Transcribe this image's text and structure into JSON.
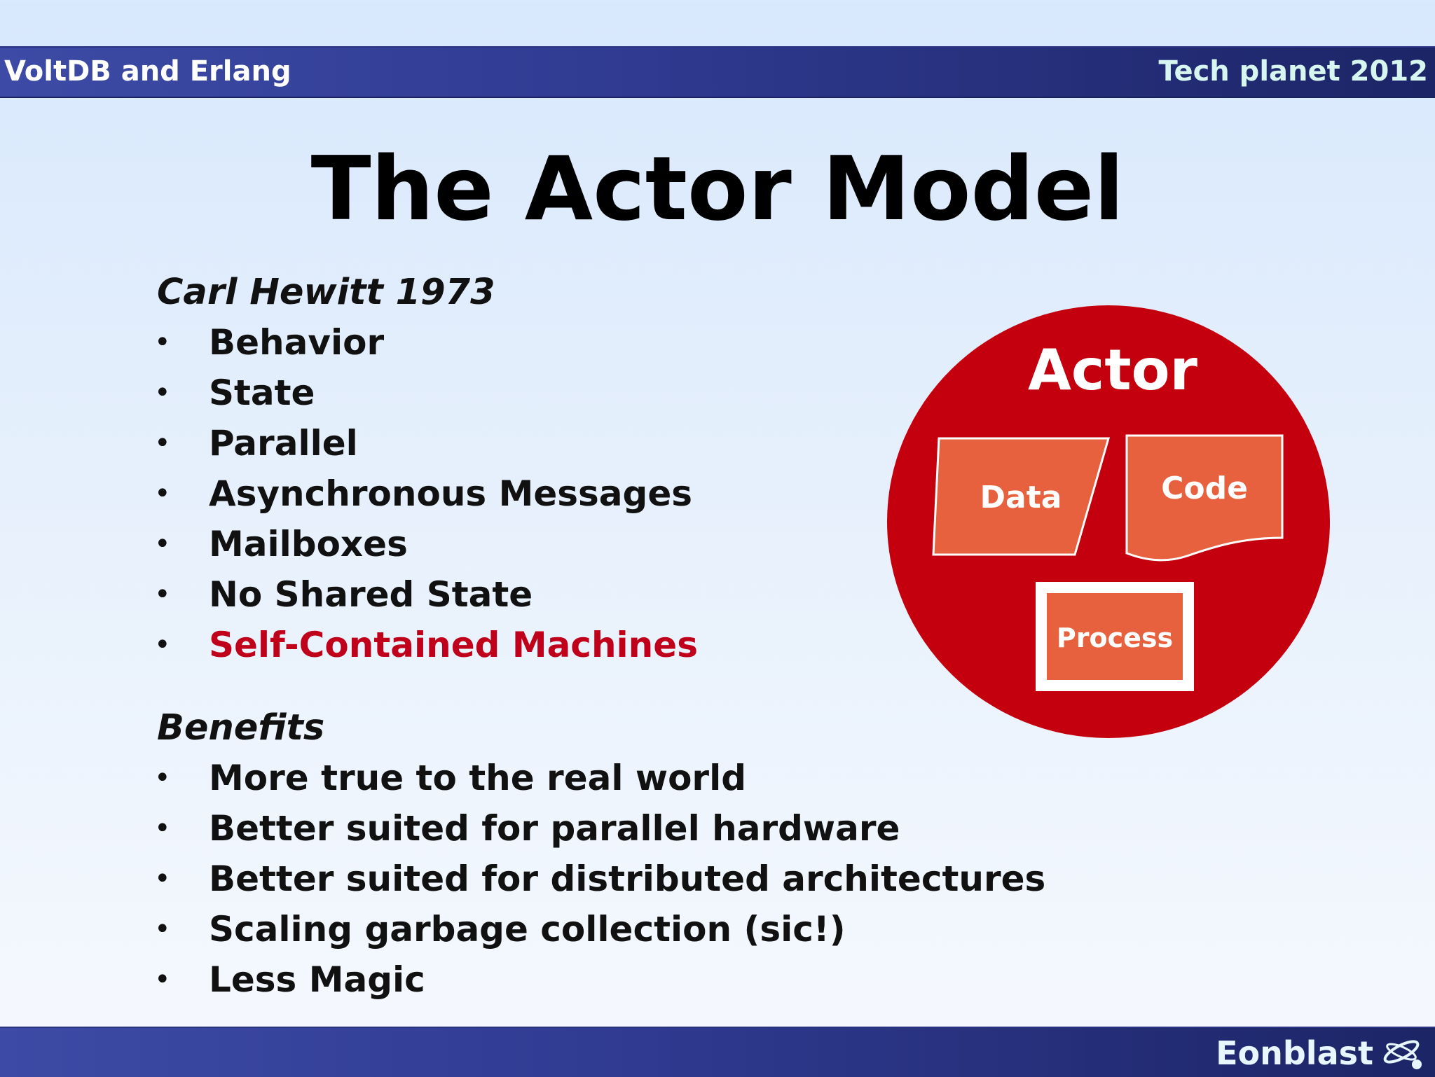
{
  "header": {
    "left_text": "VoltDB and Erlang",
    "right_text": "Tech planet 2012"
  },
  "title": "The Actor Model",
  "section1": {
    "heading": "Carl Hewitt 1973",
    "bullet_glyph": "•",
    "items": [
      "Behavior",
      "State",
      "Parallel",
      "Asynchronous Messages",
      "Mailboxes",
      "No Shared State",
      "Self-Contained Machines"
    ]
  },
  "section2": {
    "heading": "Benefits",
    "items": [
      "More true to the real world",
      "Better suited for parallel hardware",
      "Better suited for distributed architectures",
      "Scaling garbage collection (sic!)",
      "Less Magic"
    ]
  },
  "diagram": {
    "title": "Actor",
    "data_label": "Data",
    "code_label": "Code",
    "process_label": "Process"
  },
  "footer": {
    "logo_text": "Eonblast"
  },
  "colors": {
    "band": "#2f3a90",
    "highlight": "#c0001a",
    "circle": "#c4000f",
    "box": "#e8613e"
  }
}
